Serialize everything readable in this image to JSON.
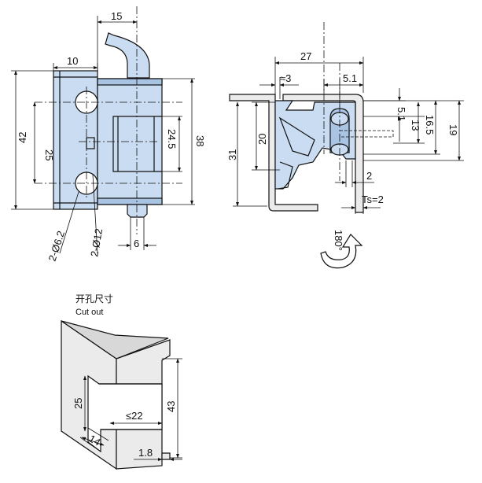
{
  "front_view": {
    "dims": {
      "top_width": "15",
      "leaf_width": "10",
      "height_left": "42",
      "hole_spacing": "25",
      "slot_height": "24.5",
      "height_right": "38",
      "pin_width": "6",
      "hole_small": "2-Ø6.2",
      "hole_large": "2-Ø12"
    }
  },
  "side_view": {
    "dims": {
      "overall_width": "27",
      "offset": "≈3",
      "pin_offset": "5.1",
      "slot_depth": "5.1",
      "height_13": "13",
      "height_16_5": "16.5",
      "height_19": "19",
      "inner_height": "20",
      "outer_height": "31",
      "gap": "2",
      "thickness": "Ts=2"
    },
    "rotation_label": "180°"
  },
  "cutout": {
    "title_cn": "开孔尺寸",
    "title_en": "Cut out",
    "dims": {
      "slot_height": "25",
      "max_width": "≤22",
      "overall_height": "43",
      "depth": "14",
      "offset": "1.8"
    }
  }
}
